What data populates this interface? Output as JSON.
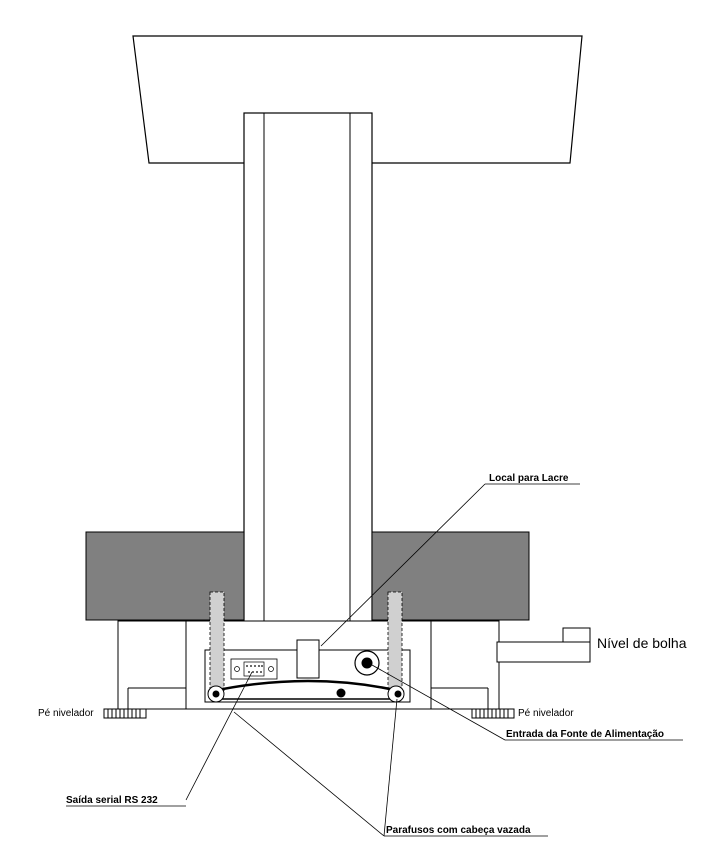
{
  "labels": {
    "local_lacre": "Local para Lacre",
    "nivel_bolha": "Nível de bolha",
    "pe_nivelador_left": "Pé nivelador",
    "pe_nivelador_right": "Pé nivelador",
    "entrada_fonte": "Entrada da Fonte de Alimentação",
    "saida_serial": "Saída serial RS 232",
    "parafusos": "Parafusos com cabeça vazada"
  },
  "colors": {
    "line": "#000000",
    "gray_block": "#808080",
    "screw": "#d0d0d0"
  }
}
